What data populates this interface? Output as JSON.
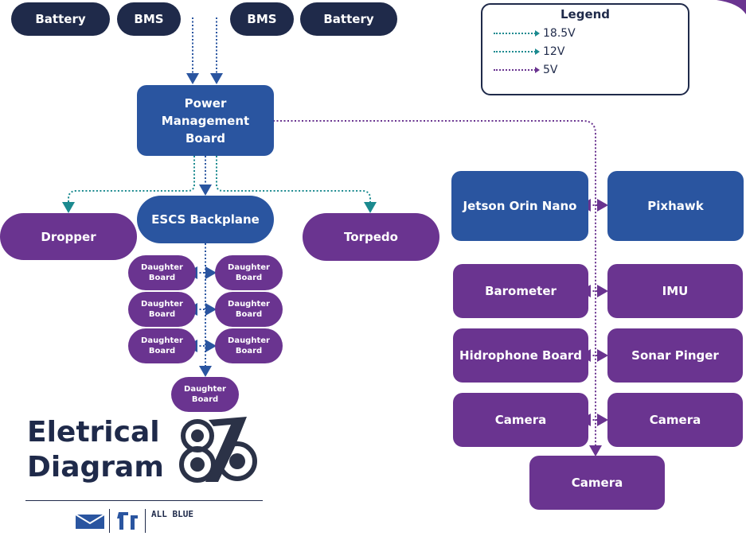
{
  "colors": {
    "navy": "#1f2a4a",
    "blue": "#2a55a0",
    "purple": "#6a3490",
    "v18": "#2a55a0",
    "v12": "#1b8a8f",
    "v5": "#6a3490"
  },
  "nodes": {
    "battery_left": "Battery",
    "bms_left": "BMS",
    "bms_right": "BMS",
    "battery_right": "Battery",
    "power_management_board": "Power Management Board",
    "escs_backplane": "ESCS Backplane",
    "dropper": "Dropper",
    "torpedo": "Torpedo",
    "daughter_board": "Daughter Board",
    "jetson": "Jetson Orin Nano",
    "pixhawk": "Pixhawk",
    "barometer": "Barometer",
    "imu": "IMU",
    "hidrophone": "Hidrophone Board",
    "sonar": "Sonar Pinger",
    "camera": "Camera"
  },
  "legend": {
    "title": "Legend",
    "items": [
      {
        "label": "18.5V",
        "color_key": "v18"
      },
      {
        "label": "12V",
        "color_key": "v12"
      },
      {
        "label": "5V",
        "color_key": "v5"
      }
    ]
  },
  "title": {
    "line1": "Eletrical",
    "line2": "Diagram"
  },
  "logos": [
    "envelope-logo",
    "team-logo",
    "all-blue-logo"
  ],
  "logo_text": "ALL BLUE"
}
